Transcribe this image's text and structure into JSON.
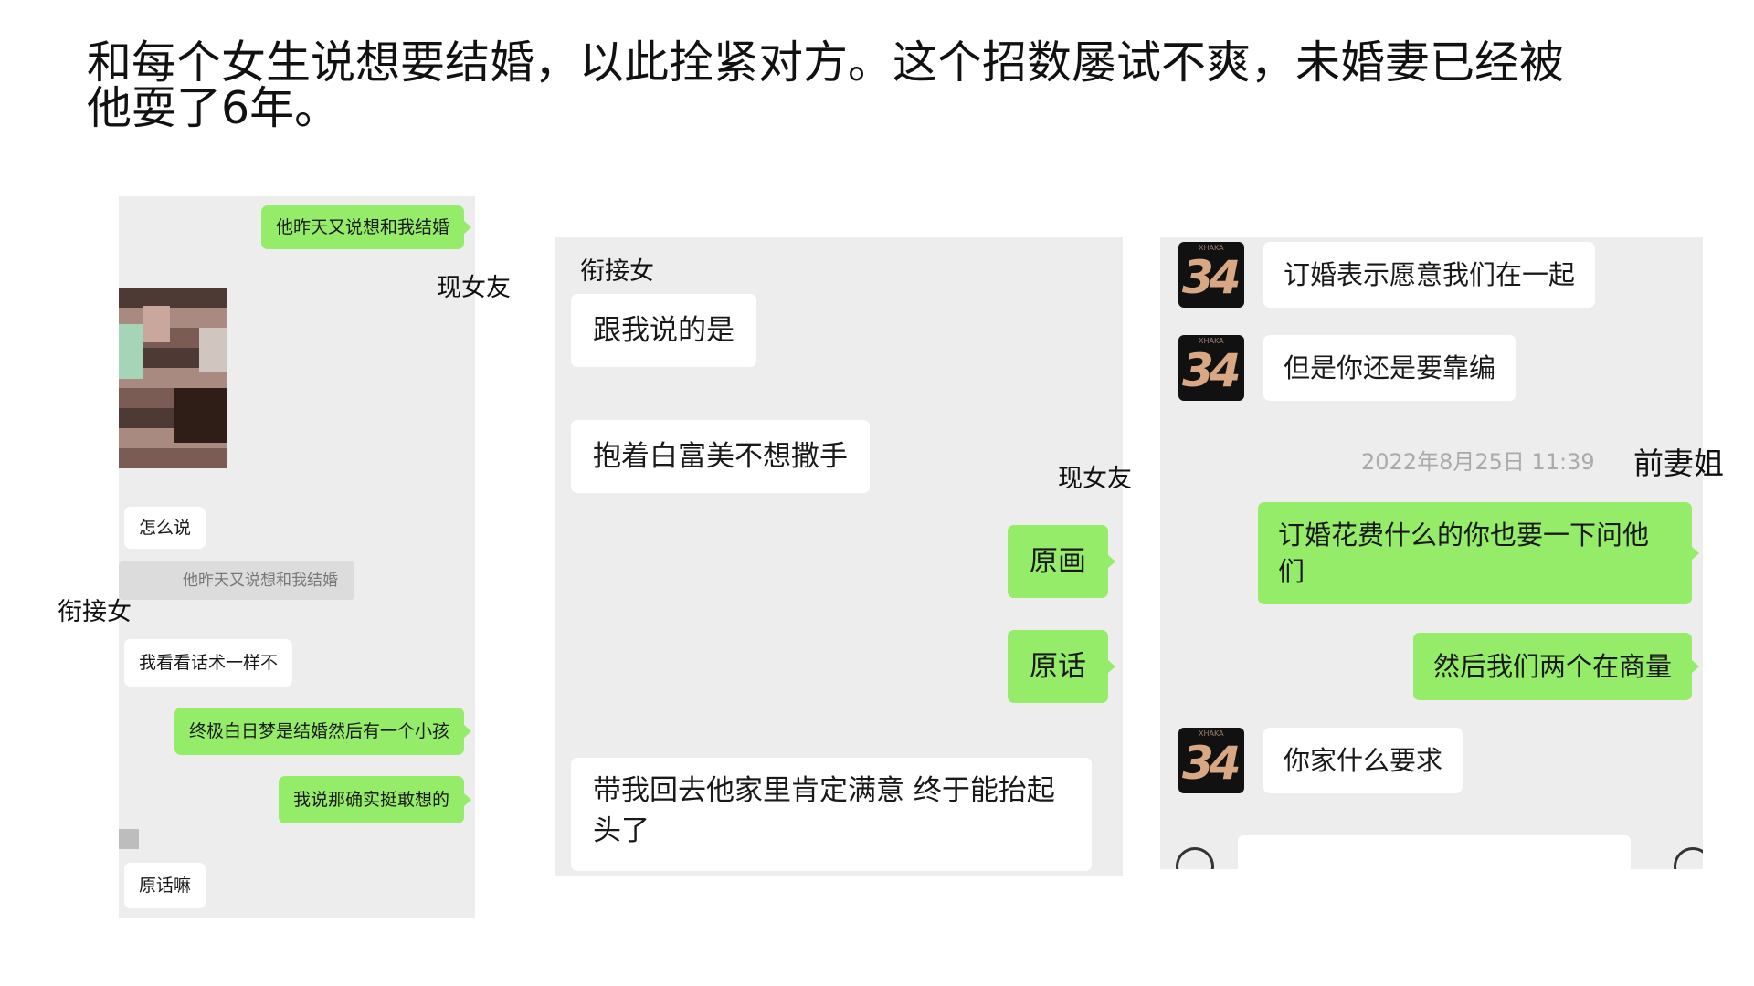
{
  "headline": "和每个女生说想要结婚，以此拴紧对方。这个招数屡试不爽，未婚妻已经被他耍了6年。",
  "labels": {
    "current_gf_1": "现女友",
    "street_girl_1": "衔接女",
    "street_girl_2": "衔接女",
    "current_gf_2": "现女友",
    "ex_wife_sister": "前妻姐"
  },
  "panel1": {
    "messages": [
      {
        "text": "他昨天又说想和我结婚",
        "side": "right"
      },
      {
        "text": "怎么说",
        "side": "left"
      },
      {
        "text": "他昨天又说想和我结婚",
        "side": "quote"
      },
      {
        "text": "我看看话术一样不",
        "side": "left"
      },
      {
        "text": "终极白日梦是结婚然后有一个小孩",
        "side": "right"
      },
      {
        "text": "我说那确实挺敢想的",
        "side": "right"
      },
      {
        "text": "原话嘛",
        "side": "left"
      }
    ]
  },
  "panel2": {
    "messages": [
      {
        "text": "跟我说的是",
        "side": "left"
      },
      {
        "text": "抱着白富美不想撒手",
        "side": "left"
      },
      {
        "text": "原画",
        "side": "right"
      },
      {
        "text": "原话",
        "side": "right"
      },
      {
        "text": "带我回去他家里肯定满意 终于能抬起头了",
        "side": "left"
      }
    ]
  },
  "panel3": {
    "avatar_text": "34",
    "avatar_caption": "XHAKA",
    "timestamp": "2022年8月25日 11:39",
    "messages": [
      {
        "text": "订婚表示愿意我们在一起",
        "side": "left"
      },
      {
        "text": "但是你还是要靠编",
        "side": "left"
      },
      {
        "text": "订婚花费什么的你也要一下问他们",
        "side": "right"
      },
      {
        "text": "然后我们两个在商量",
        "side": "right"
      },
      {
        "text": "你家什么要求",
        "side": "left"
      }
    ]
  },
  "colors": {
    "wechat_green": "#95ec69",
    "chat_bg": "#ededed",
    "bubble_white": "#ffffff"
  }
}
